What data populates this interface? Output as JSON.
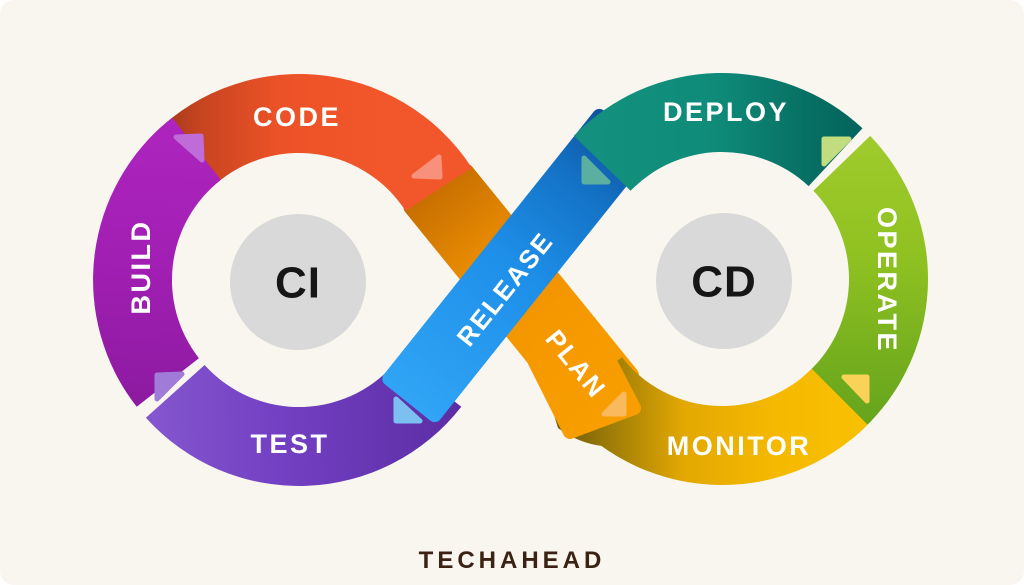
{
  "page": {
    "background": "#F8F6EF"
  },
  "ci_loop": {
    "center_label": "CI",
    "stages": [
      {
        "id": "code",
        "label": "CODE",
        "color": "#F2572B"
      },
      {
        "id": "build",
        "label": "BUILD",
        "color": "#A21FB3"
      },
      {
        "id": "test",
        "label": "TEST",
        "color": "#7340C3"
      }
    ]
  },
  "cd_loop": {
    "center_label": "CD",
    "stages": [
      {
        "id": "deploy",
        "label": "DEPLOY",
        "color": "#0F8B79"
      },
      {
        "id": "operate",
        "label": "OPERATE",
        "color": "#8FC121"
      },
      {
        "id": "monitor",
        "label": "MONITOR",
        "color": "#F5B900"
      }
    ]
  },
  "ribbons": [
    {
      "id": "release",
      "label": "RELEASE",
      "color": "#1E8FE9"
    },
    {
      "id": "plan",
      "label": "PLAN",
      "color": "#F59800"
    }
  ],
  "badges": {
    "circle_color": "#D9D9D9",
    "text_color": "#161616"
  },
  "footer": {
    "logo_text": "TECHAHEAD"
  }
}
